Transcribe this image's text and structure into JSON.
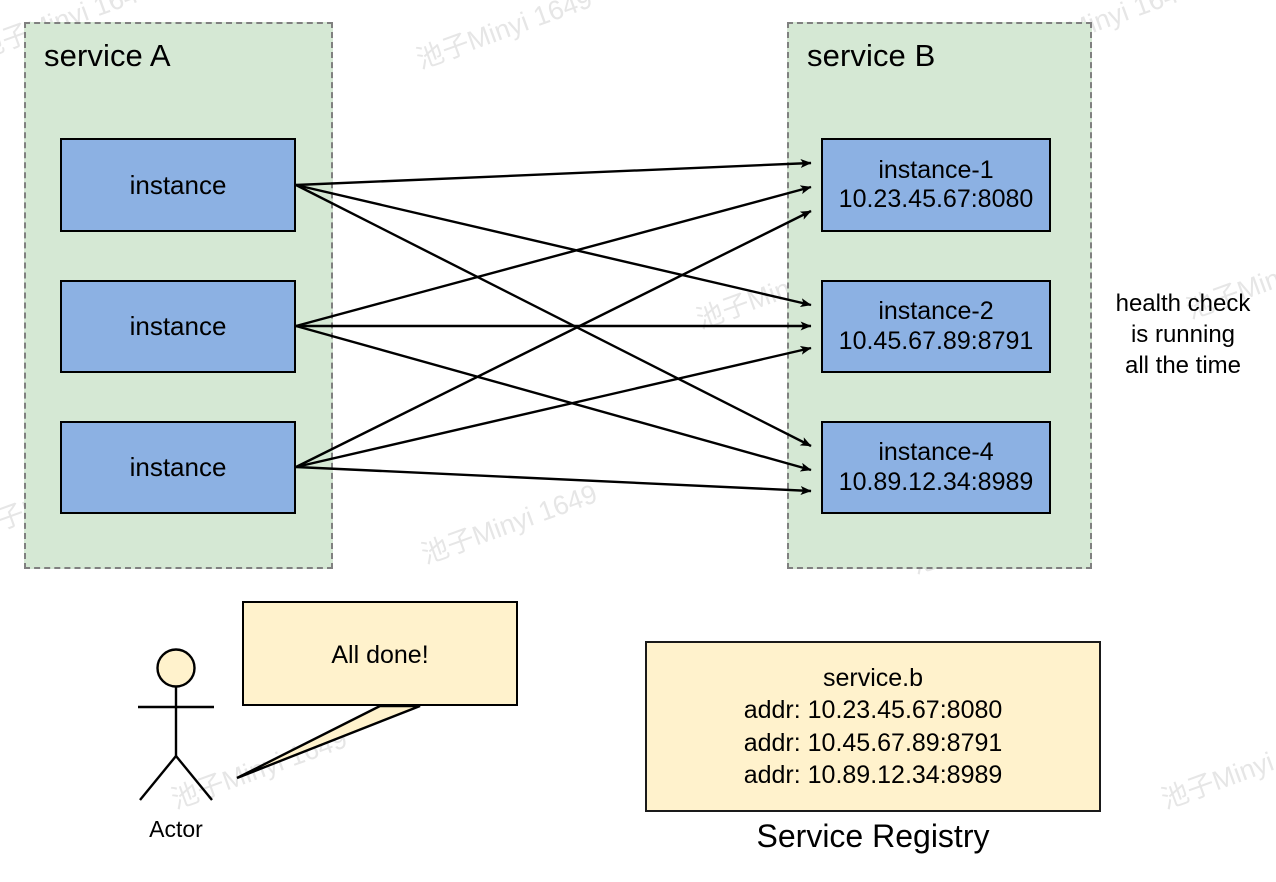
{
  "diagram": {
    "title_service_a": "service A",
    "title_service_b": "service B",
    "service_a_instances": [
      {
        "label": "instance"
      },
      {
        "label": "instance"
      },
      {
        "label": "instance"
      }
    ],
    "service_b_instances": [
      {
        "name": "instance-1",
        "addr": "10.23.45.67:8080"
      },
      {
        "name": "instance-2",
        "addr": "10.45.67.89:8791"
      },
      {
        "name": "instance-4",
        "addr": "10.89.12.34:8989"
      }
    ],
    "health_check_note": {
      "line1": "health check",
      "line2": "is running",
      "line3": "all the time"
    },
    "actor": {
      "label": "Actor",
      "icon": "stick-figure-icon"
    },
    "callout": {
      "text": "All done!"
    },
    "registry": {
      "service_name": "service.b",
      "addresses": [
        "addr: 10.23.45.67:8080",
        "addr: 10.45.67.89:8791",
        "addr: 10.89.12.34:8989"
      ],
      "caption": "Service Registry"
    },
    "watermark": {
      "text": "池子Minyi 1649"
    },
    "colors": {
      "service_container_fill": "#d5e8d4",
      "service_container_border": "#808080",
      "instance_fill": "#8cb1e3",
      "instance_border": "#000000",
      "note_fill": "#fff2cc",
      "note_border": "#000000",
      "arrow": "#000000",
      "background": "#ffffff"
    }
  }
}
